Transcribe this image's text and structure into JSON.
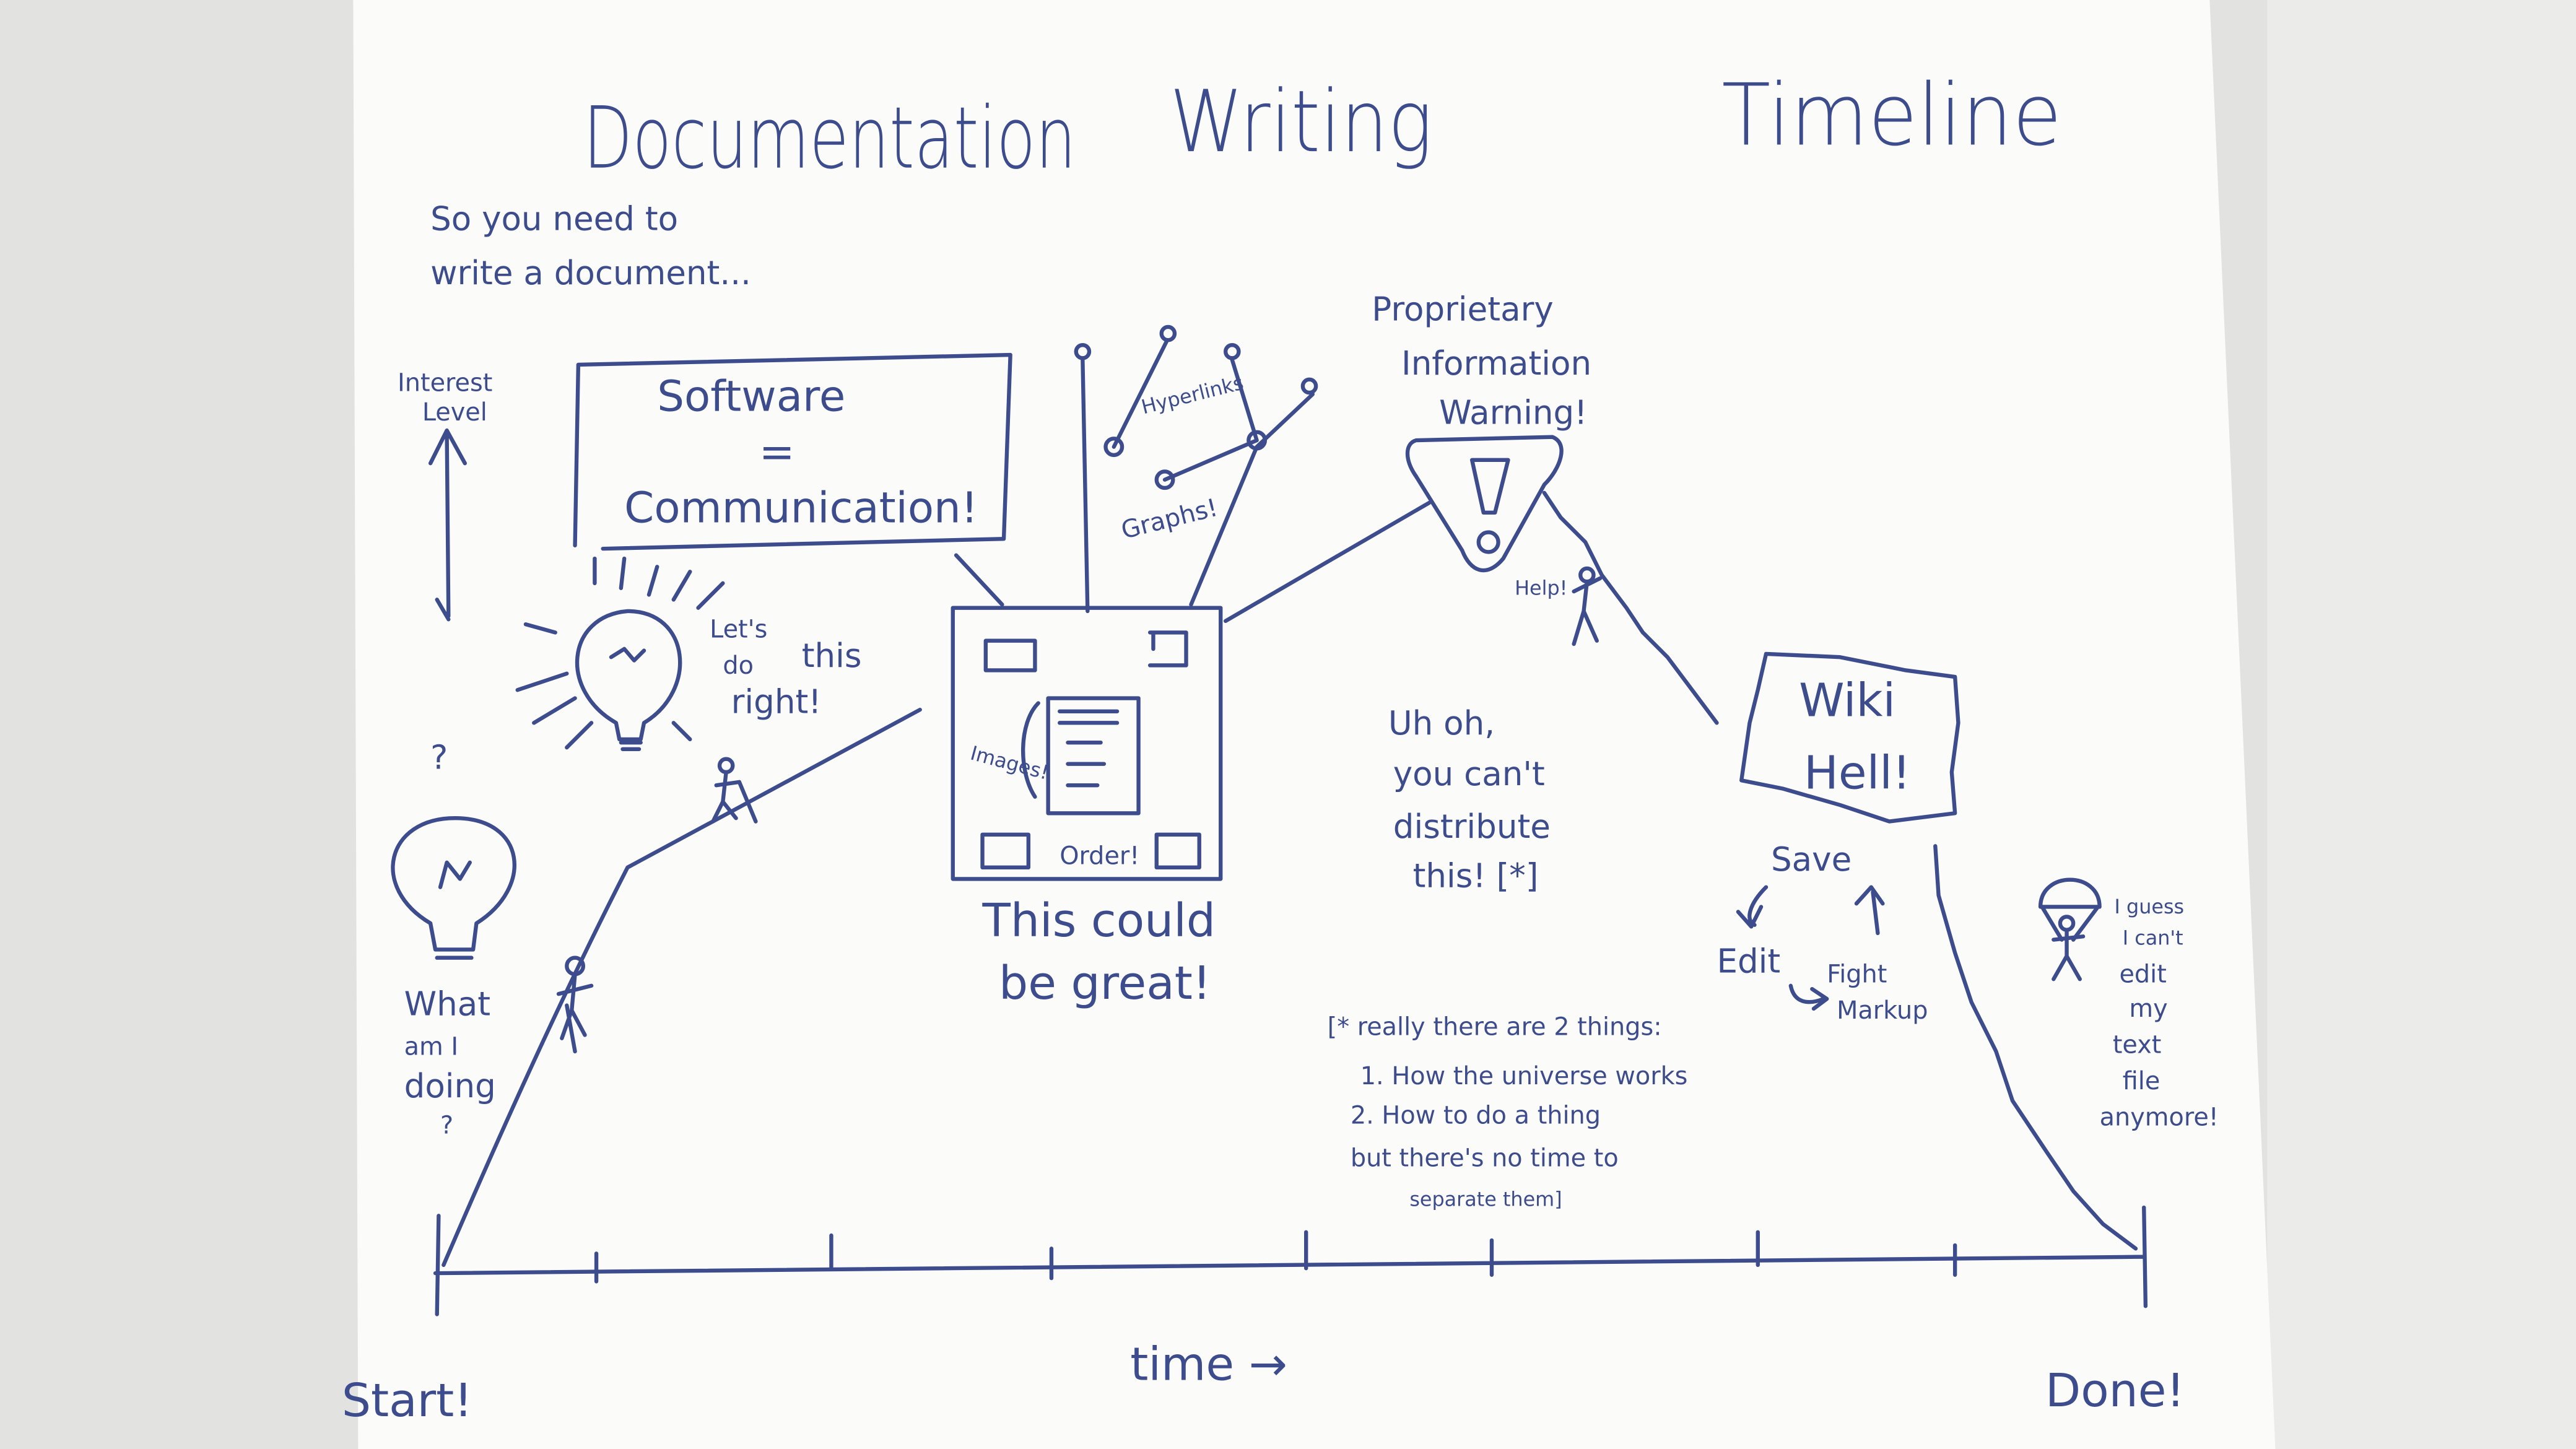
{
  "title": {
    "word1": "Documentation",
    "word2": "Writing",
    "word3": "Timeline"
  },
  "intro": {
    "line1": "So you need to",
    "line2": "write a document..."
  },
  "y_axis": {
    "line1": "Interest",
    "line2": "Level"
  },
  "software_box": {
    "line1": "Software",
    "line2": "=",
    "line3": "Communication!"
  },
  "lets_do": {
    "line1": "Let's",
    "line2": "do",
    "line3": "this",
    "line4": "right!"
  },
  "question": "?",
  "what_doing": {
    "line1": "What",
    "line2": "am I",
    "line3": "doing",
    "line4": "?"
  },
  "doc_box": {
    "hyperlinks": "Hyperlinks",
    "graphs": "Graphs!",
    "images": "Images!",
    "order": "Order!"
  },
  "great": {
    "line1": "This could",
    "line2": "be great!"
  },
  "warning": {
    "line1": "Proprietary",
    "line2": "Information",
    "line3": "Warning!"
  },
  "help": "Help!",
  "uh_oh": {
    "line1": "Uh oh,",
    "line2": "you can't",
    "line3": "distribute",
    "line4": "this! [*]"
  },
  "wiki": {
    "line1": "Wiki",
    "line2": "Hell!"
  },
  "cycle": {
    "save": "Save",
    "edit": "Edit",
    "fight1": "Fight",
    "fight2": "Markup"
  },
  "footnote": {
    "line1": "[* really there are 2 things:",
    "line2": "1. How the universe works",
    "line3": "2. How to do a thing",
    "line4": "but there's no time to",
    "line5": "separate them]"
  },
  "guess": {
    "line1": "I guess",
    "line2": "I can't",
    "line3": "edit",
    "line4": "my",
    "line5": "text",
    "line6": "file",
    "line7": "anymore!"
  },
  "x_axis": {
    "label": "time →",
    "start": "Start!",
    "done": "Done!"
  },
  "colors": {
    "ink": "#3d4c8c",
    "paper": "#fbfbf9",
    "wall": "#e4e4e2"
  }
}
